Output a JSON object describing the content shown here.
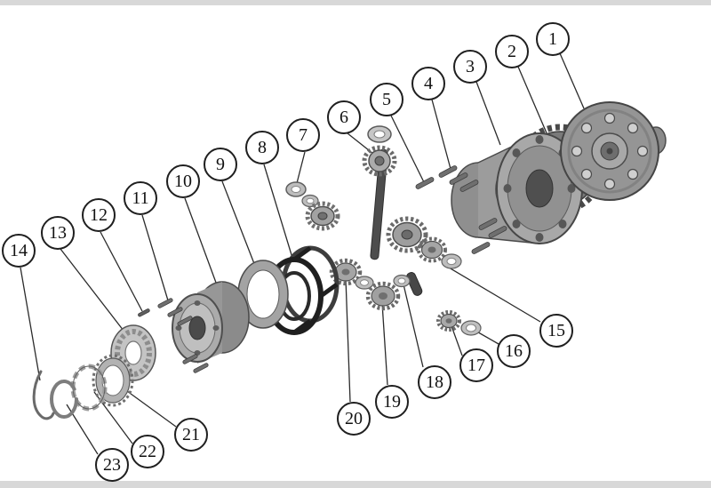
{
  "colors": {
    "background": "#ffffff",
    "letterbox": "#d8d8d8",
    "leader_line": "#2b2b2b",
    "balloon_fill": "#ffffff",
    "balloon_stroke": "#1f1f1f",
    "part_light": "#c4c4c4",
    "part_mid": "#9c9c9c",
    "part_dark": "#4f4f4f",
    "part_darkest": "#1f1f1f"
  },
  "callouts": [
    {
      "label": "1"
    },
    {
      "label": "2"
    },
    {
      "label": "3"
    },
    {
      "label": "4"
    },
    {
      "label": "5"
    },
    {
      "label": "6"
    },
    {
      "label": "7"
    },
    {
      "label": "8"
    },
    {
      "label": "9"
    },
    {
      "label": "10"
    },
    {
      "label": "11"
    },
    {
      "label": "12"
    },
    {
      "label": "13"
    },
    {
      "label": "14"
    },
    {
      "label": "15"
    },
    {
      "label": "16"
    },
    {
      "label": "17"
    },
    {
      "label": "18"
    },
    {
      "label": "19"
    },
    {
      "label": "20"
    },
    {
      "label": "21"
    },
    {
      "label": "22"
    },
    {
      "label": "23"
    }
  ]
}
